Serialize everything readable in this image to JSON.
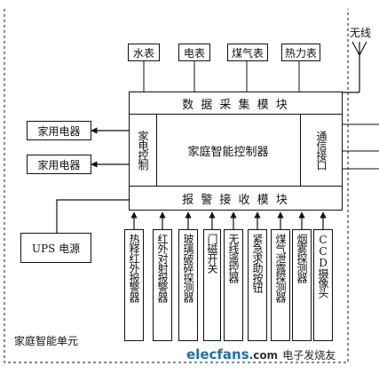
{
  "unit_label": "家庭智能单元",
  "wireless_label": "无线",
  "meters": [
    "水表",
    "电表",
    "煤气表",
    "热力表"
  ],
  "data_module": "数 据 采 集 模 块",
  "controller": "家庭智能控制器",
  "appliance_control": "家电控制",
  "comm_interface": "通信接口",
  "alarm_module": "报 警 接 收 模 块",
  "appliances": [
    "家用电器",
    "家用电器"
  ],
  "ups": "UPS 电源",
  "sensors": [
    "热释红外报警器",
    "红外对射报警器",
    "玻璃破碎探测器",
    "门磁开关",
    "无线遥控器",
    "紧急求助按钮",
    "煤气泄露探测器",
    "烟雾探测器",
    "CCD摄像头"
  ],
  "watermark": {
    "site": "elecfans",
    "domain": ".com",
    "cn": "电子发烧友"
  }
}
